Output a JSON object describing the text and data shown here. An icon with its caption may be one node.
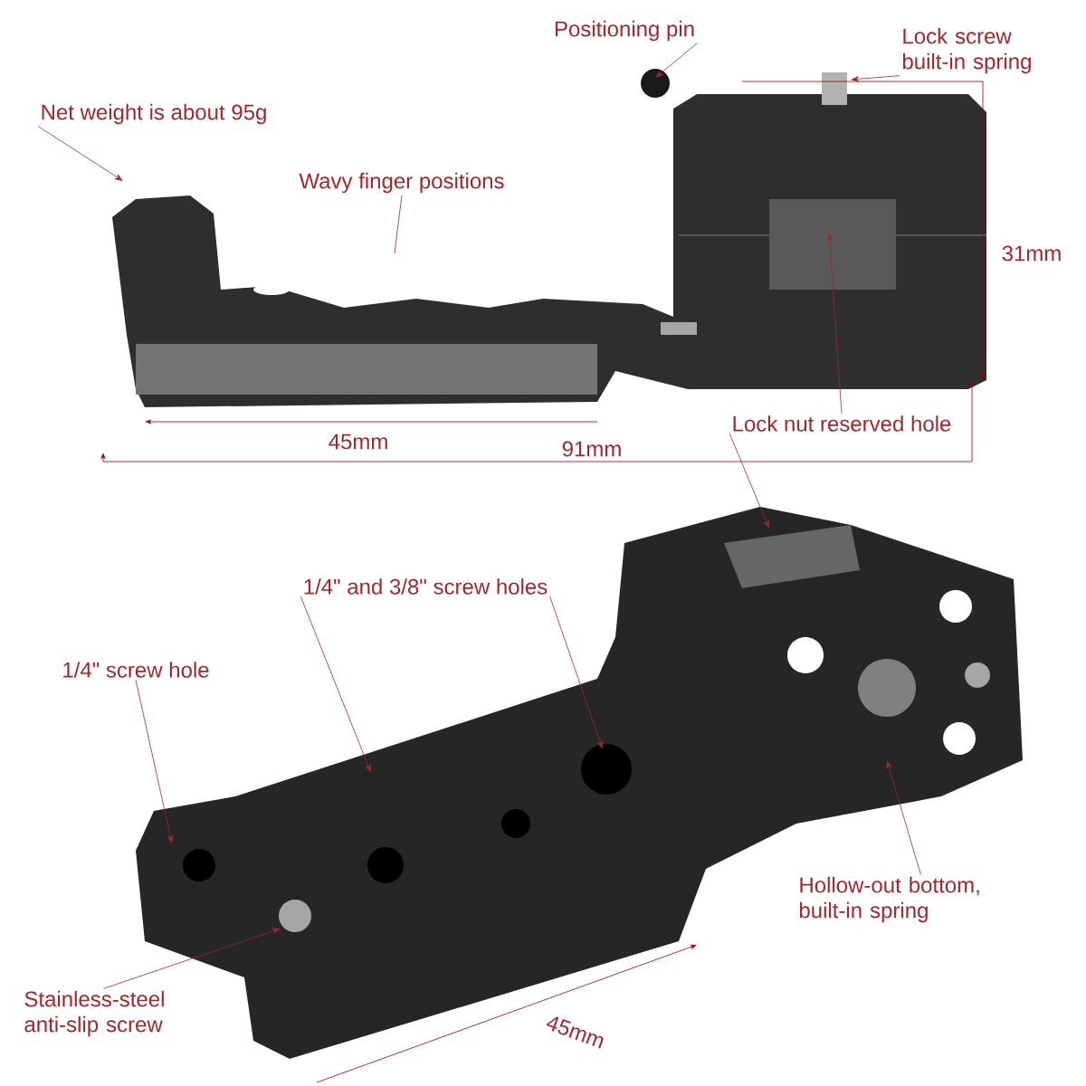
{
  "diagram": {
    "nodes": [
      {
        "text": [
          "Positioning pin"
        ]
      },
      {
        "text": [
          "Lock screw built-in spring"
        ]
      },
      {
        "text": [
          "Net weight is about 95g"
        ]
      },
      {
        "text": [
          "Wavy finger positions"
        ]
      },
      {
        "text": [
          "Lock nut reserved hole"
        ]
      },
      {
        "text": [
          "1/4\" and 3/8\" screw holes"
        ]
      },
      {
        "text": [
          "1/4\" screw hole"
        ]
      },
      {
        "text": [
          "Hollow-out bottom, built-in spring"
        ]
      },
      {
        "text": [
          "Stainless-steel anti-slip screw"
        ]
      }
    ],
    "edges": [
      {
        "from": 0,
        "to": null,
        "arrow": "to"
      },
      {
        "from": 1,
        "to": null,
        "arrow": "to"
      },
      {
        "from": 2,
        "to": null,
        "arrow": "to"
      },
      {
        "from": 3,
        "to": null,
        "arrow": "none"
      },
      {
        "from": 4,
        "to": null,
        "arrow": "to"
      },
      {
        "from": 4,
        "to": null,
        "arrow": "to"
      },
      {
        "from": 5,
        "to": null,
        "arrow": "to"
      },
      {
        "from": 5,
        "to": null,
        "arrow": "to"
      },
      {
        "from": 6,
        "to": null,
        "arrow": "to"
      },
      {
        "from": 7,
        "to": null,
        "arrow": "to"
      },
      {
        "from": 8,
        "to": null,
        "arrow": "to"
      }
    ],
    "labels": [
      "31mm",
      "45mm",
      "91mm",
      "45mm"
    ]
  }
}
